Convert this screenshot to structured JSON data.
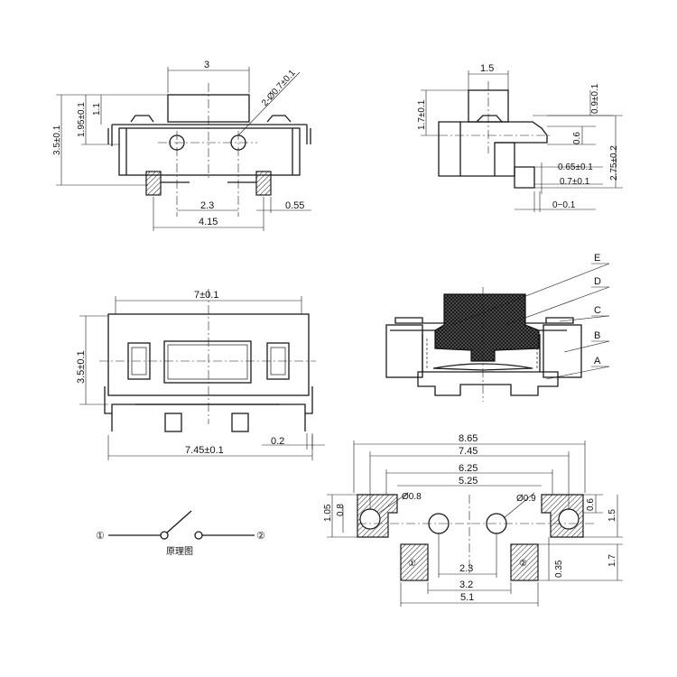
{
  "top_left_view": {
    "width_top": "3",
    "height_total": "3.5±0.1",
    "height_body": "1.95±0.1",
    "height_actuator": "1.1",
    "hole_note": "2-Ø0.7±0.1",
    "pitch": "2.3",
    "span": "4.15",
    "pad_w": "0.55"
  },
  "top_right_view": {
    "actuator_w": "1.5",
    "actuator_h": "1.7±0.1",
    "top_offset": "0.9±0.1",
    "step": "0.6",
    "height_total": "2.75±0.2",
    "lead_a": "0.65±0.1",
    "lead_b": "0.7±0.1",
    "standoff": "0~0.1"
  },
  "mid_left_view": {
    "width": "7±0.1",
    "height": "3.5±0.1",
    "width_total": "7.45±0.1",
    "lead_t": "0.2"
  },
  "mid_right_view": {
    "labels": [
      "E",
      "D",
      "C",
      "B",
      "A"
    ]
  },
  "footprint": {
    "d1": "8.65",
    "d2": "7.45",
    "d3": "6.25",
    "d4": "5.25",
    "hole_a": "Ø0.8",
    "hole_b": "Ø0.9",
    "h1": "1.05",
    "h2": "0.8",
    "h3": "0.6",
    "h4": "1.5",
    "pitch": "2.3",
    "pad_gap": "0.35",
    "pad_h": "1.7",
    "pad_span": "3.2",
    "pad_total": "5.1",
    "pad_label_1": "①",
    "pad_label_2": "②"
  },
  "schematic": {
    "pin1": "①",
    "pin2": "②",
    "caption": "原理图"
  }
}
